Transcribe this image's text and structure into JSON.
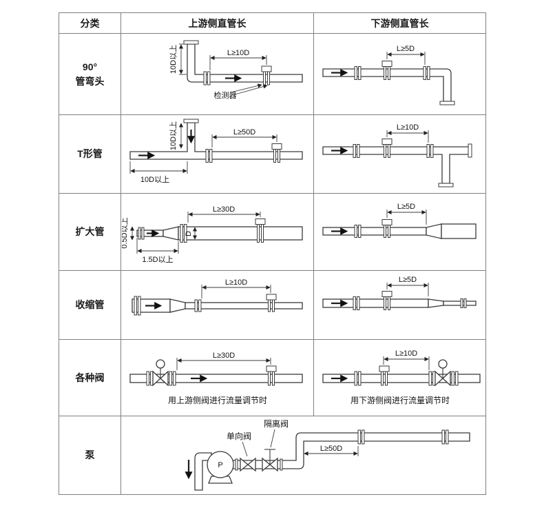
{
  "header": {
    "category": "分类",
    "upstream": "上游侧直管长",
    "downstream": "下游侧直管长"
  },
  "rows": {
    "elbow": {
      "category": "90°\n管弯头",
      "up": {
        "vdim": "10D以上",
        "hdim": "L≥10D",
        "detector": "检测器"
      },
      "down": {
        "hdim": "L≥5D"
      }
    },
    "tee": {
      "category": "T形管",
      "up": {
        "vdim": "10D以上",
        "hdim": "L≥50D",
        "bottomdim": "10D以上"
      },
      "down": {
        "hdim": "L≥10D"
      }
    },
    "expander": {
      "category": "扩大管",
      "up": {
        "vdim": "0.5D以上",
        "hdim": "L≥30D",
        "ddim": "D",
        "conedim": "1.5D以上"
      },
      "down": {
        "hdim": "L≥5D"
      }
    },
    "reducer": {
      "category": "收缩管",
      "up": {
        "hdim": "L≥10D"
      },
      "down": {
        "hdim": "L≥5D"
      }
    },
    "valves": {
      "category": "各种阀",
      "up": {
        "hdim": "L≥30D",
        "caption": "用上游侧阀进行流量调节时"
      },
      "down": {
        "hdim": "L≥10D",
        "caption": "用下游侧阀进行流量调节时"
      }
    },
    "pump": {
      "category": "泵",
      "isolation_valve": "隔离阀",
      "check_valve": "单向阀",
      "pump_label": "P",
      "hdim": "L≥50D"
    }
  }
}
